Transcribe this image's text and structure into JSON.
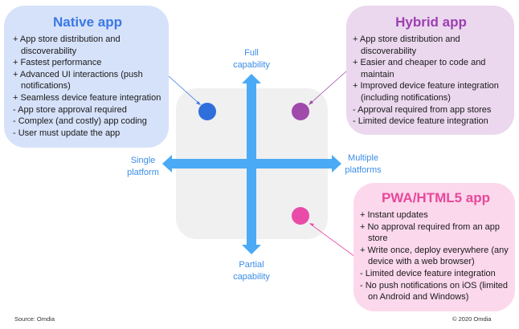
{
  "native": {
    "title": "Native app",
    "items": [
      "+ App store distribution and discoverability",
      "+ Fastest performance",
      "+ Advanced UI interactions (push notifications)",
      "+ Seamless device feature integration",
      "- App store approval required",
      "- Complex (and costly) app coding",
      "- User must update the app"
    ],
    "color": "#3a78e4"
  },
  "hybrid": {
    "title": "Hybrid app",
    "items": [
      "+ App store distribution and discoverability",
      "+ Easier and cheaper to code and maintain",
      "+ Improved device feature integration (including notifications)",
      "- Approval required from app stores",
      "- Limited device feature integration"
    ],
    "color": "#a04aac"
  },
  "pwa": {
    "title": "PWA/HTML5 app",
    "items": [
      "+ Instant updates",
      "+ No approval required from an app store",
      "+ Write once, deploy everywhere (any device with a web browser)",
      "- Limited device feature integration",
      "- No push notifications on iOS (limited on Android and Windows)"
    ],
    "color": "#e84ca8"
  },
  "axes": {
    "top": [
      "Full",
      "capability"
    ],
    "bottom": [
      "Partial",
      "capability"
    ],
    "left": [
      "Single",
      "platform"
    ],
    "right": [
      "Multiple",
      "platforms"
    ],
    "arrow_color": "#4aaaf5"
  },
  "footer": {
    "source": "Source: Omdia",
    "copyright": "© 2020 Omdia"
  }
}
